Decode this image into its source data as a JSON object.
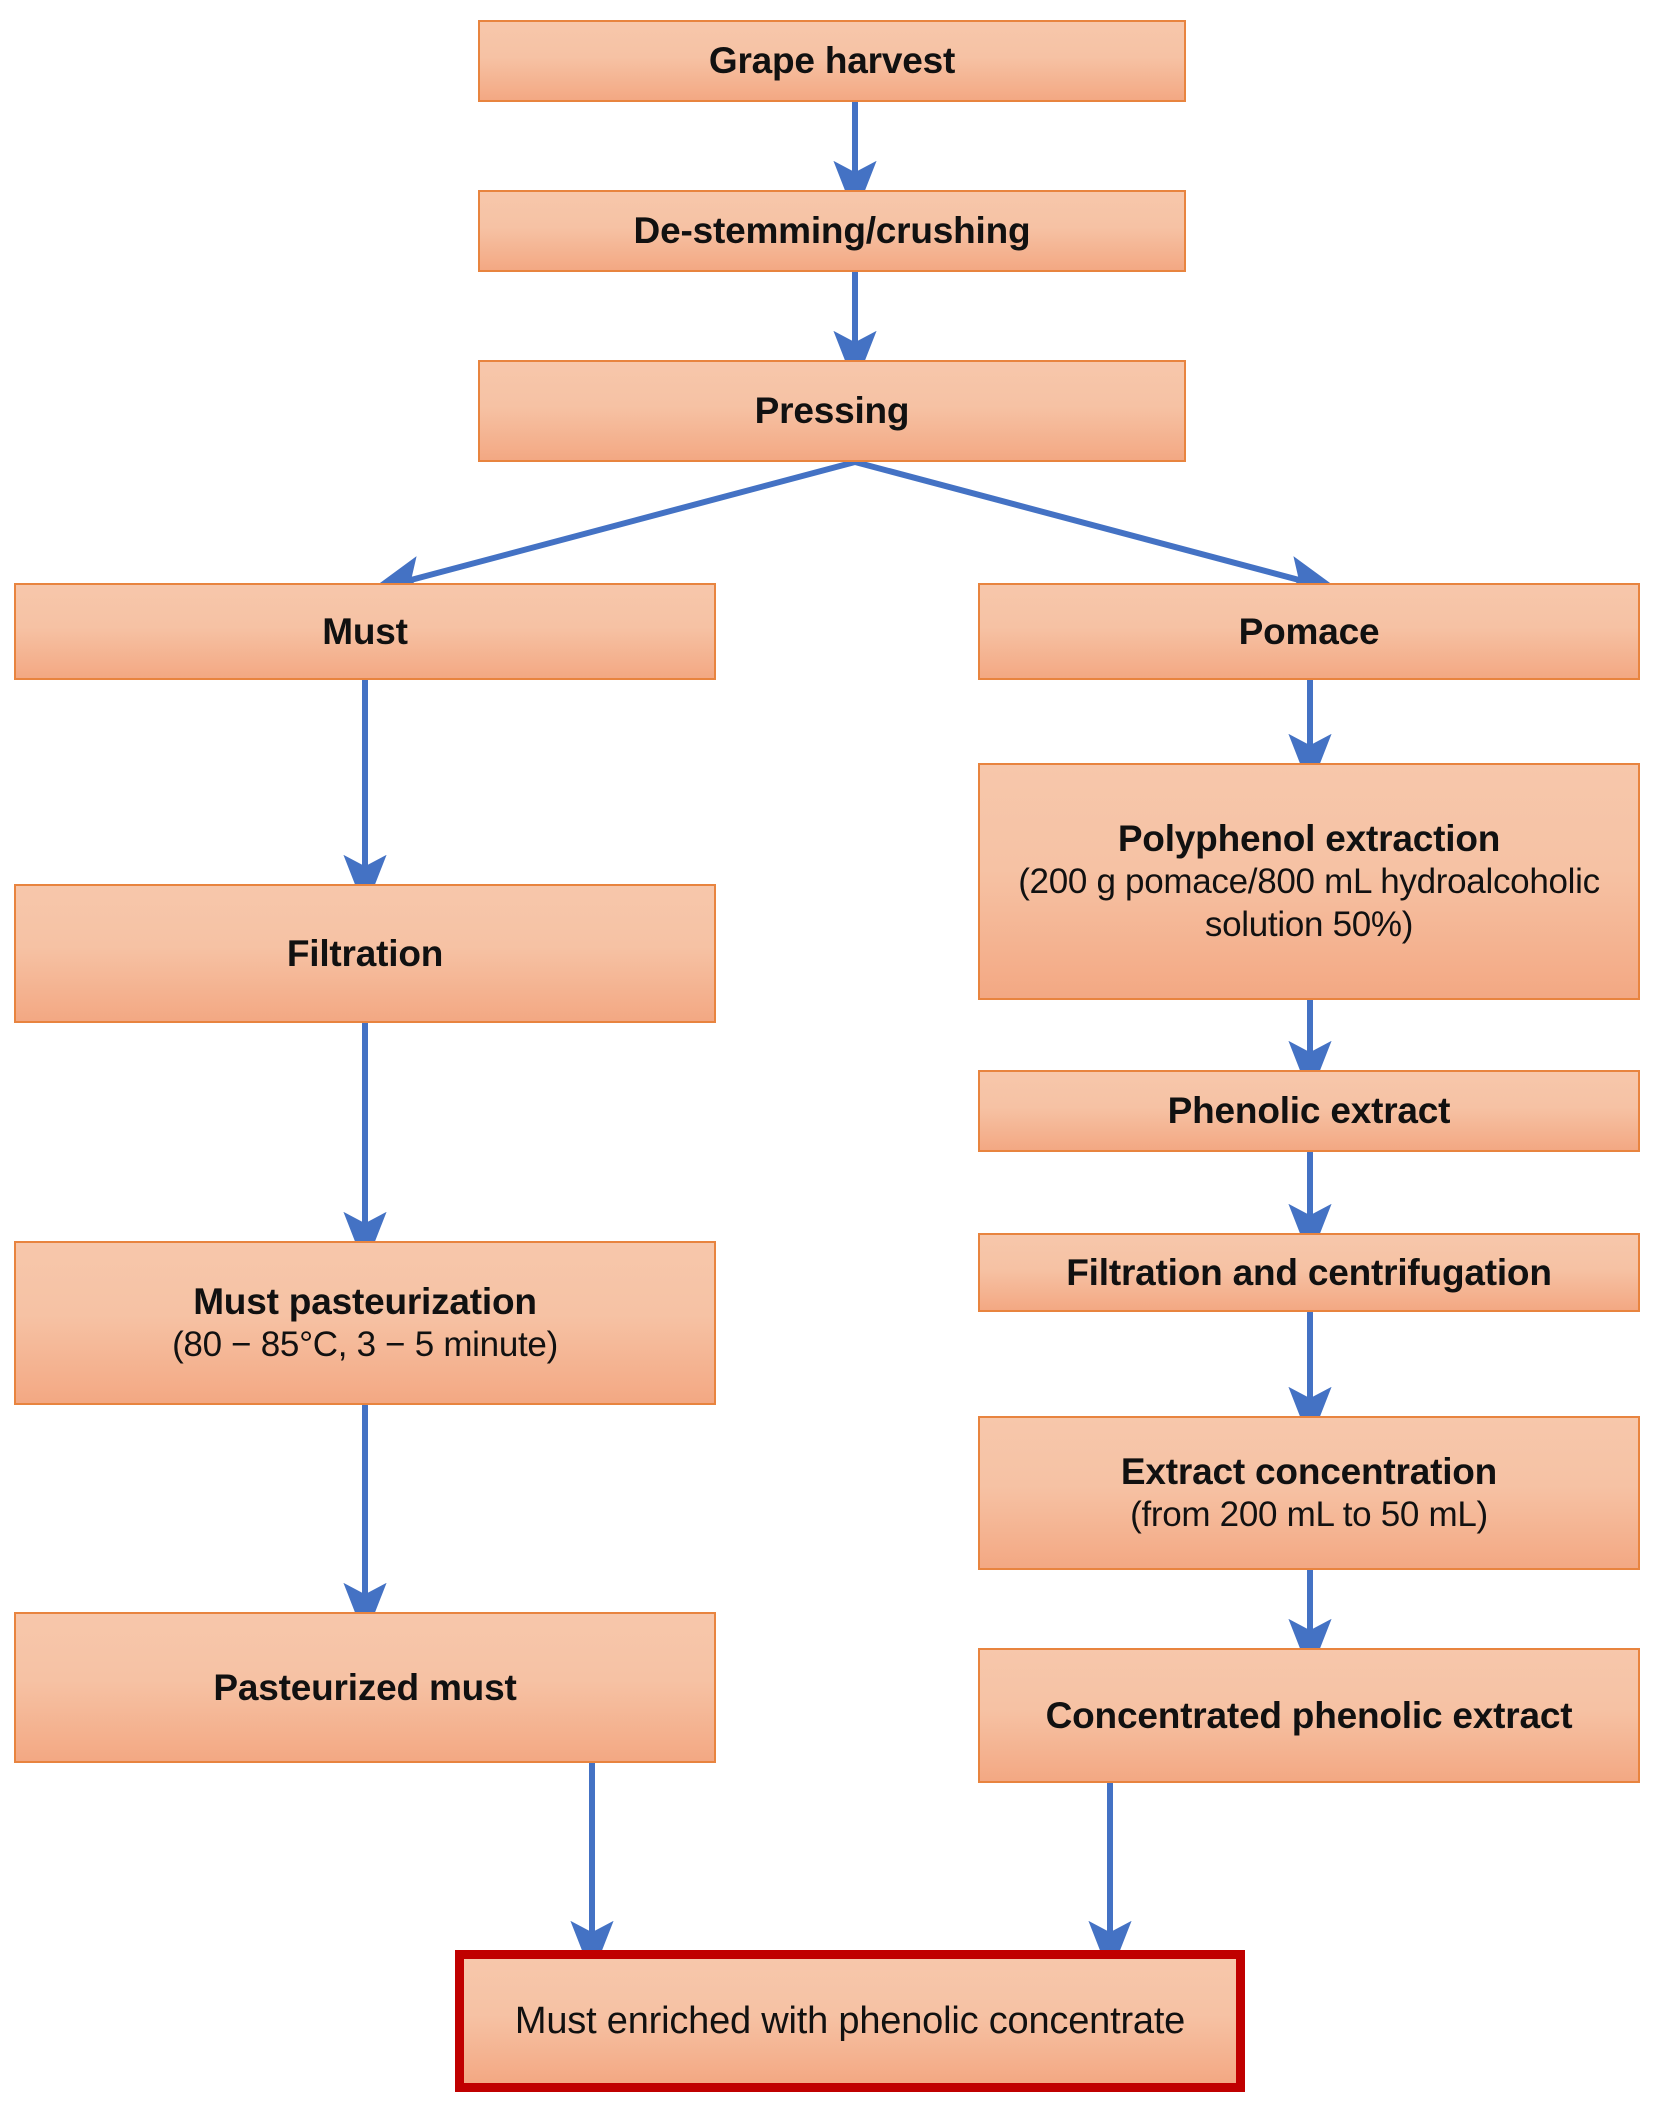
{
  "diagram": {
    "title": "Grape must enrichment with phenolic concentrate process flow",
    "colors": {
      "node_fill_top": "#F7C7AB",
      "node_fill_bottom": "#F3A883",
      "node_border": "#E8843F",
      "arrow": "#4472C4",
      "highlight_border": "#C00000",
      "text": "#111111",
      "background": "#FFFFFF"
    },
    "nodes": [
      {
        "id": "grape-harvest",
        "line1": "Grape harvest",
        "line2": ""
      },
      {
        "id": "de-stemming-crushing",
        "line1": "De-stemming/crushing",
        "line2": ""
      },
      {
        "id": "pressing",
        "line1": "Pressing",
        "line2": ""
      },
      {
        "id": "must",
        "line1": "Must",
        "line2": ""
      },
      {
        "id": "pomace",
        "line1": "Pomace",
        "line2": ""
      },
      {
        "id": "filtration",
        "line1": "Filtration",
        "line2": ""
      },
      {
        "id": "polyphenol-extraction",
        "line1": "Polyphenol extraction",
        "line2": "(200 g pomace/800 mL hydroalcoholic solution 50%)"
      },
      {
        "id": "phenolic-extract",
        "line1": "Phenolic extract",
        "line2": ""
      },
      {
        "id": "filtration-centrifugation",
        "line1": "Filtration and centrifugation",
        "line2": ""
      },
      {
        "id": "must-pasteurization",
        "line1": "Must pasteurization",
        "line2": "(80 − 85°C, 3 − 5 minute)"
      },
      {
        "id": "extract-concentration",
        "line1": "Extract concentration",
        "line2": "(from 200 mL to 50 mL)"
      },
      {
        "id": "pasteurized-must",
        "line1": "Pasteurized must",
        "line2": ""
      },
      {
        "id": "concentrated-phenolic-extract",
        "line1": "Concentrated phenolic extract",
        "line2": ""
      },
      {
        "id": "must-enriched",
        "line1": "Must enriched with phenolic concentrate",
        "line2": ""
      }
    ],
    "edges": [
      {
        "from": "grape-harvest",
        "to": "de-stemming-crushing"
      },
      {
        "from": "de-stemming-crushing",
        "to": "pressing"
      },
      {
        "from": "pressing",
        "to": "must"
      },
      {
        "from": "pressing",
        "to": "pomace"
      },
      {
        "from": "must",
        "to": "filtration"
      },
      {
        "from": "filtration",
        "to": "must-pasteurization"
      },
      {
        "from": "must-pasteurization",
        "to": "pasteurized-must"
      },
      {
        "from": "pasteurized-must",
        "to": "must-enriched"
      },
      {
        "from": "pomace",
        "to": "polyphenol-extraction"
      },
      {
        "from": "polyphenol-extraction",
        "to": "phenolic-extract"
      },
      {
        "from": "phenolic-extract",
        "to": "filtration-centrifugation"
      },
      {
        "from": "filtration-centrifugation",
        "to": "extract-concentration"
      },
      {
        "from": "extract-concentration",
        "to": "concentrated-phenolic-extract"
      },
      {
        "from": "concentrated-phenolic-extract",
        "to": "must-enriched"
      }
    ]
  }
}
